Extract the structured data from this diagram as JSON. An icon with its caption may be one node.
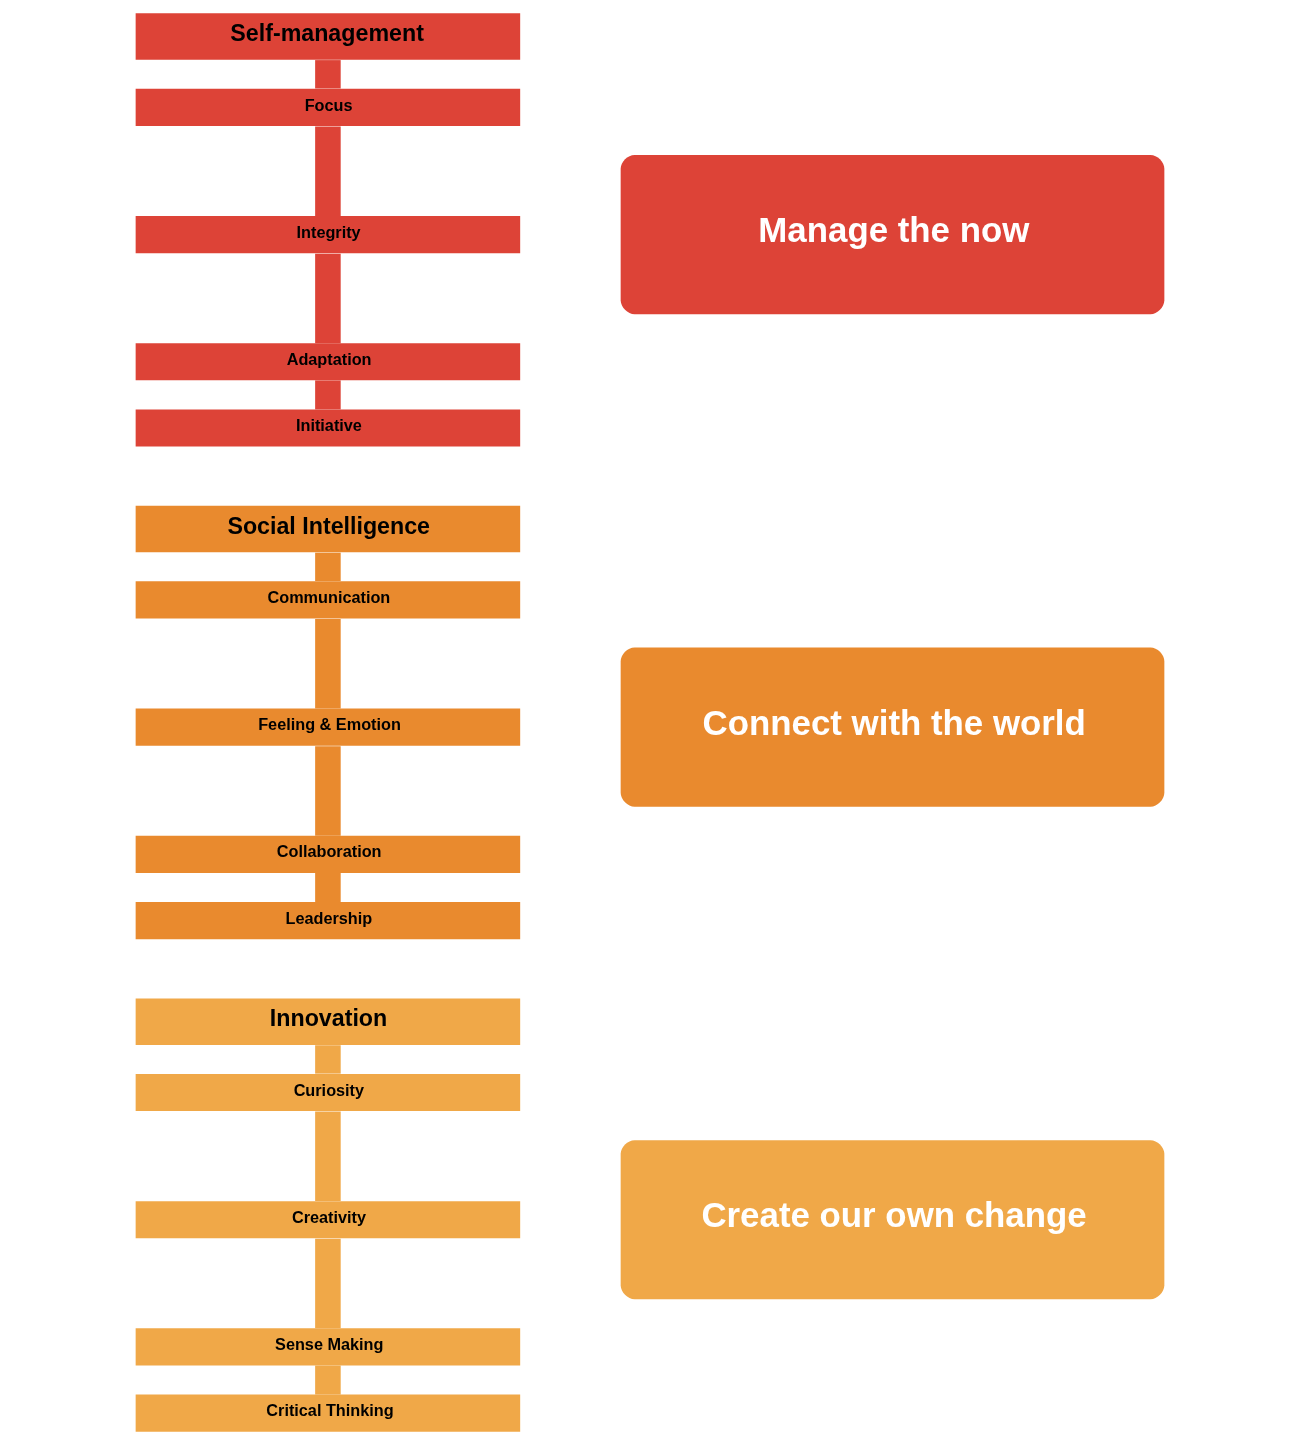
{
  "diagram": {
    "nodes": [
      {
        "text": [
          "Self-management"
        ]
      },
      {
        "text": [
          "Focus"
        ]
      },
      {
        "text": [
          "Integrity"
        ]
      },
      {
        "text": [
          "Adaptation"
        ]
      },
      {
        "text": [
          "Initiative"
        ]
      },
      {
        "text": [
          "Manage the now"
        ]
      },
      {
        "text": [
          "Social Intelligence"
        ]
      },
      {
        "text": [
          "Communication"
        ]
      },
      {
        "text": [
          "Feeling & Emotion"
        ]
      },
      {
        "text": [
          "Collaboration"
        ]
      },
      {
        "text": [
          "Leadership"
        ]
      },
      {
        "text": [
          "Connect with the world"
        ]
      },
      {
        "text": [
          "Innovation"
        ]
      },
      {
        "text": [
          "Curiosity"
        ]
      },
      {
        "text": [
          "Creativity"
        ]
      },
      {
        "text": [
          "Sense Making"
        ]
      },
      {
        "text": [
          "Critical Thinking"
        ]
      },
      {
        "text": [
          "Create our own change"
        ]
      }
    ],
    "edges": [
      {
        "from": 0,
        "to": 1,
        "arrow": "none",
        "color": "#dd4337"
      },
      {
        "from": 1,
        "to": 2,
        "arrow": "none",
        "color": "#dd4337"
      },
      {
        "from": 2,
        "to": 3,
        "arrow": "none",
        "color": "#dd4337"
      },
      {
        "from": 3,
        "to": 4,
        "arrow": "none",
        "color": "#dd4337"
      },
      {
        "from": 6,
        "to": 7,
        "arrow": "none",
        "color": "#e98a2e"
      },
      {
        "from": 7,
        "to": 8,
        "arrow": "none",
        "color": "#e98a2e"
      },
      {
        "from": 8,
        "to": 9,
        "arrow": "none",
        "color": "#e98a2e"
      },
      {
        "from": 9,
        "to": 10,
        "arrow": "none",
        "color": "#e98a2e"
      },
      {
        "from": 12,
        "to": 13,
        "arrow": "none",
        "color": "#f0a848"
      },
      {
        "from": 13,
        "to": 14,
        "arrow": "none",
        "color": "#f0a848"
      },
      {
        "from": 14,
        "to": 15,
        "arrow": "none",
        "color": "#f0a848"
      },
      {
        "from": 15,
        "to": 16,
        "arrow": "none",
        "color": "#f0a848"
      }
    ]
  }
}
